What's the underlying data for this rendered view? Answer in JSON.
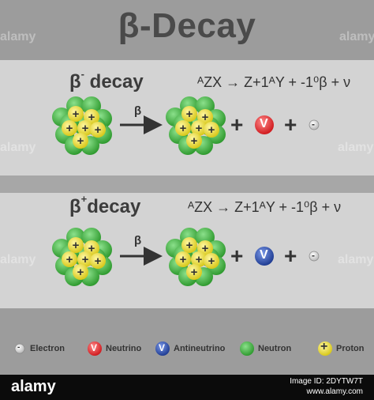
{
  "title": "β-Decay",
  "beta_minus": {
    "label": "β",
    "label_sup": "-",
    "label_rest": " decay",
    "equation": "ᴬZX → Z+1ᴬY + -1⁰β + ν",
    "arrow_label": "β",
    "neutrino_symbol": "V",
    "electron_symbol": "-",
    "plus": "+"
  },
  "beta_plus": {
    "label": "β",
    "label_sup": "+",
    "label_rest": "decay",
    "equation": "ᴬZX → Z+1ᴬY + -1⁰β + ν",
    "arrow_label": "β",
    "antineutrino_symbol": "V",
    "electron_symbol": "-",
    "plus": "+"
  },
  "legend": {
    "electron": "Electron",
    "neutrino": "Neutrino",
    "antineutrino": "Antineutrino",
    "neutron": "Neutron",
    "proton": "Proton"
  },
  "colors": {
    "neutron": "#3aa83a",
    "proton": "#f2e62a",
    "neutrino": "#e8262a",
    "antineutrino": "#2a4aa8",
    "electron": "#e6e6e6",
    "panel": "#d3d3d3",
    "separator": "#a7a7a7"
  },
  "watermark": "alamy",
  "footer": {
    "brand": "alamy",
    "image_id": "Image ID: 2DYTW7T",
    "site": "www.alamy.com"
  }
}
